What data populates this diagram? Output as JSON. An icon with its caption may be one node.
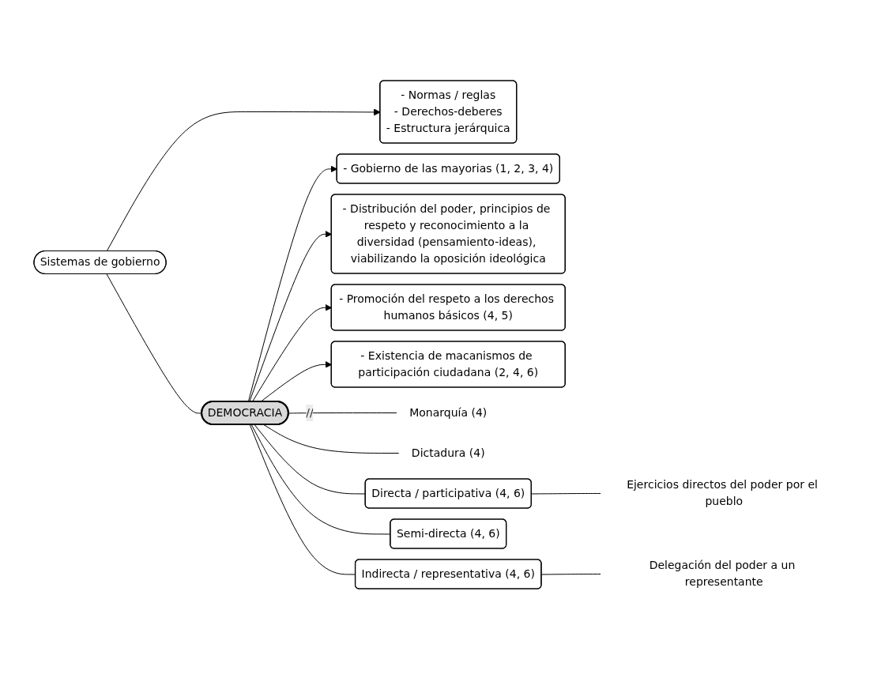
{
  "diagram": {
    "nodes": [
      {
        "text": [
          "Sistemas de gobierno"
        ]
      },
      {
        "text": [
          "- Normas / reglas",
          "- Derechos-deberes",
          "- Estructura jerárquica"
        ]
      },
      {
        "text": [
          "- Gobierno de las mayorias (1, 2, 3, 4)"
        ]
      },
      {
        "text": [
          "- Distribución del poder, principios de respeto y reconocimiento a la diversidad (pensamiento-ideas), viabilizando la oposición ideológica"
        ]
      },
      {
        "text": [
          "- Promoción del respeto a los derechos humanos básicos (4, 5)"
        ]
      },
      {
        "text": [
          "- Existencia de macanismos de participación ciudadana (2, 4, 6)"
        ]
      },
      {
        "text": [
          "DEMOCRACIA"
        ]
      },
      {
        "text": [
          "Monarquía (4)"
        ]
      },
      {
        "text": [
          "Dictadura (4)"
        ]
      },
      {
        "text": [
          "Directa / participativa (4, 6)"
        ]
      },
      {
        "text": [
          "Semi-directa (4, 6)"
        ]
      },
      {
        "text": [
          "Indirecta / representativa (4, 6)"
        ]
      },
      {
        "text": [
          "Ejercicios directos del poder por el pueblo"
        ]
      },
      {
        "text": [
          "Delegación del poder a un representante"
        ]
      }
    ],
    "edges": [
      {
        "from": 0,
        "to": 1,
        "arrow": "to"
      },
      {
        "from": 0,
        "to": 6,
        "arrow": "none"
      },
      {
        "from": 6,
        "to": 2,
        "arrow": "to"
      },
      {
        "from": 6,
        "to": 3,
        "arrow": "to"
      },
      {
        "from": 6,
        "to": 4,
        "arrow": "to"
      },
      {
        "from": 6,
        "to": 5,
        "arrow": "to"
      },
      {
        "from": 6,
        "to": 7,
        "arrow": "none",
        "label": "//"
      },
      {
        "from": 6,
        "to": 8,
        "arrow": "none"
      },
      {
        "from": 6,
        "to": 9,
        "arrow": "none"
      },
      {
        "from": 6,
        "to": 10,
        "arrow": "none"
      },
      {
        "from": 6,
        "to": 11,
        "arrow": "none"
      },
      {
        "from": 9,
        "to": 12,
        "arrow": "none"
      },
      {
        "from": 11,
        "to": 13,
        "arrow": "none"
      }
    ]
  }
}
